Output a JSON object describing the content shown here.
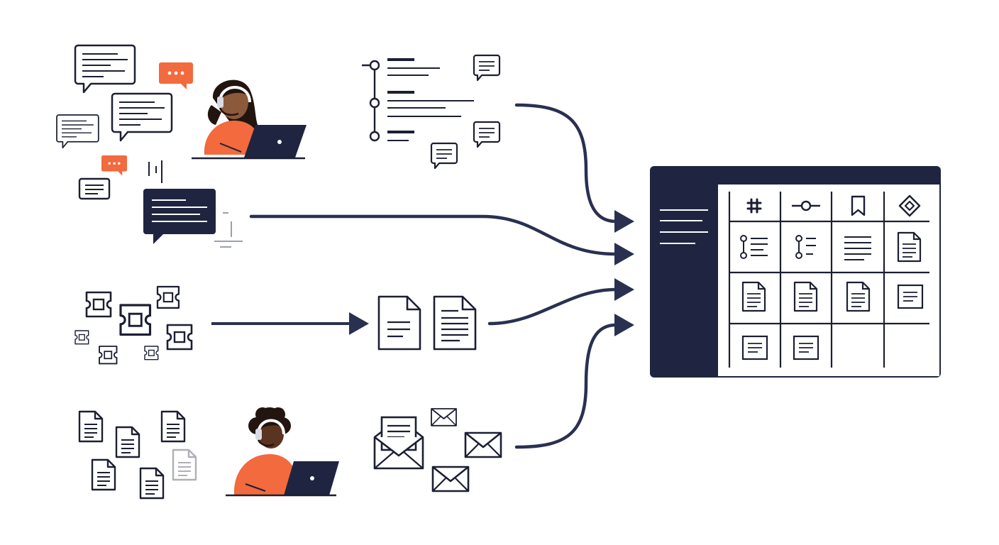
{
  "colors": {
    "navy": "#1f2540",
    "ink": "#1c1f33",
    "orange": "#f26a3d",
    "skin_light": "#8a5a3b",
    "skin_dark": "#5a3420",
    "hair": "#22140e",
    "gray": "#b9bcc6",
    "white": "#ffffff"
  },
  "sources": [
    {
      "name": "chat-conversations",
      "agent": "support-agent-1"
    },
    {
      "name": "activity-timeline"
    },
    {
      "name": "slack-message"
    },
    {
      "name": "support-tickets",
      "converted_to": "documents"
    },
    {
      "name": "loose-documents",
      "agent": "support-agent-2"
    },
    {
      "name": "emails"
    }
  ],
  "destination": {
    "name": "knowledge-base-app",
    "header_icons": [
      "slack-icon",
      "commit-icon",
      "bookmark-icon",
      "diamond-icon"
    ],
    "grid_rows": 4,
    "grid_cols": 4,
    "filled_cells": 14
  }
}
